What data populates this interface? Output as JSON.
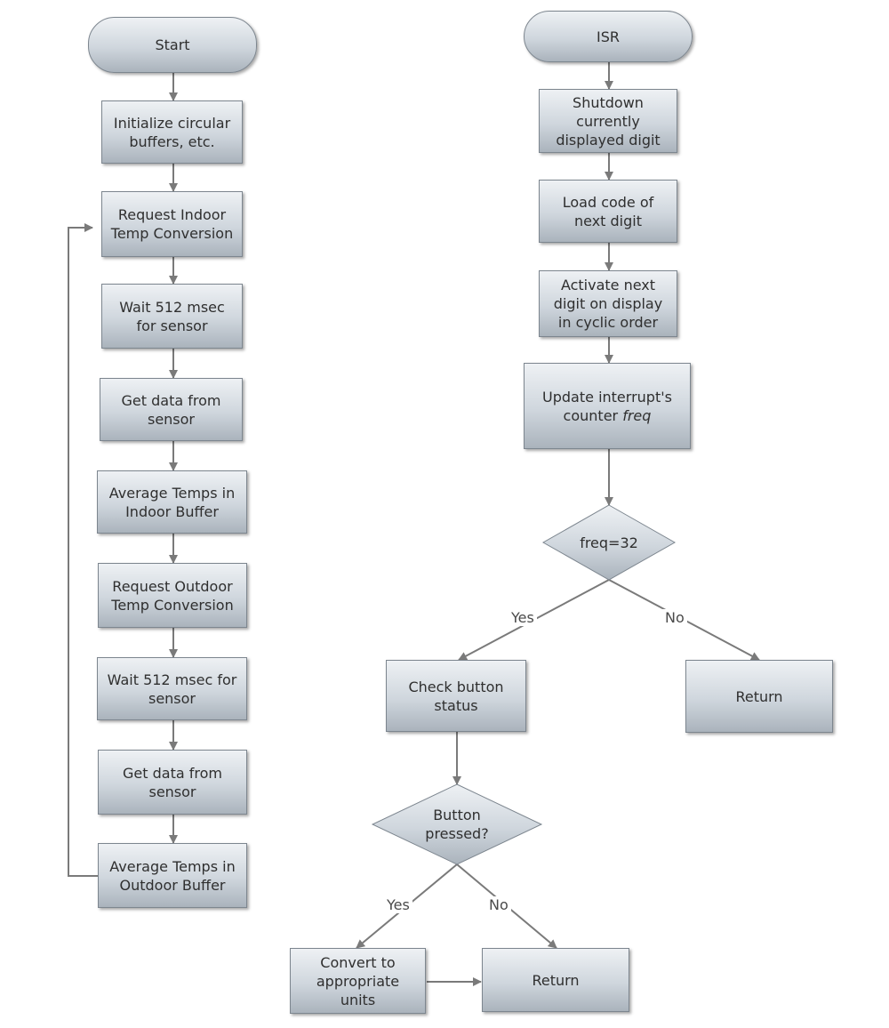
{
  "main_flow": {
    "start": "Start",
    "steps": [
      [
        "Initialize circular",
        "buffers, etc."
      ],
      [
        "Request Indoor",
        "Temp Conversion"
      ],
      [
        "Wait 512 msec",
        "for sensor"
      ],
      [
        "Get data from",
        "sensor"
      ],
      [
        "Average Temps in",
        "Indoor Buffer"
      ],
      [
        "Request Outdoor",
        "Temp Conversion"
      ],
      [
        "Wait 512 msec for",
        "sensor"
      ],
      [
        "Get data from",
        "sensor"
      ],
      [
        "Average Temps in",
        "Outdoor Buffer"
      ]
    ]
  },
  "isr_flow": {
    "start": "ISR",
    "steps": [
      [
        "Shutdown",
        "currently",
        "displayed digit"
      ],
      [
        "Load code of",
        "next digit"
      ],
      [
        "Activate next",
        "digit on display",
        "in cyclic order"
      ]
    ],
    "update": {
      "line1": "Update interrupt's",
      "line2_prefix": "counter ",
      "line2_italic": "freq"
    },
    "decision1": "freq=32",
    "decision1_yes": "Yes",
    "decision1_no": "No",
    "check_button": [
      "Check button",
      "status"
    ],
    "return_right": "Return",
    "decision2": [
      "Button",
      "pressed?"
    ],
    "decision2_yes": "Yes",
    "decision2_no": "No",
    "convert": [
      "Convert to",
      "appropriate",
      "units"
    ],
    "return_bottom": "Return"
  },
  "colors": {
    "connector": "#7a7a7a",
    "box_border": "#7d868f",
    "text": "#2f2f2f"
  }
}
